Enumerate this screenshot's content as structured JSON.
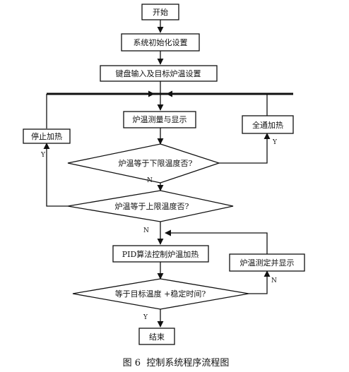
{
  "nodes": {
    "start": "开始",
    "init": "系统初始化设置",
    "keyboard": "键盘输入及目标炉温设置",
    "measure": "炉温测量与显示",
    "stop_heat": "停止加热",
    "full_heat": "全通加热",
    "cond_lower": "炉温等于下限温度否?",
    "cond_upper": "炉温等于上限温度否?",
    "pid": "PID算法控制炉温加热",
    "measure2": "炉温测定并显示",
    "cond_target": "等于目标温度 +稳定时间?",
    "end": "结束"
  },
  "labels": {
    "y_stop": "Y",
    "y_full": "Y",
    "n_lower": "N",
    "n_upper": "N",
    "n_target": "N",
    "y_target": "Y"
  },
  "caption": "图 6  控制系统程序流程图"
}
